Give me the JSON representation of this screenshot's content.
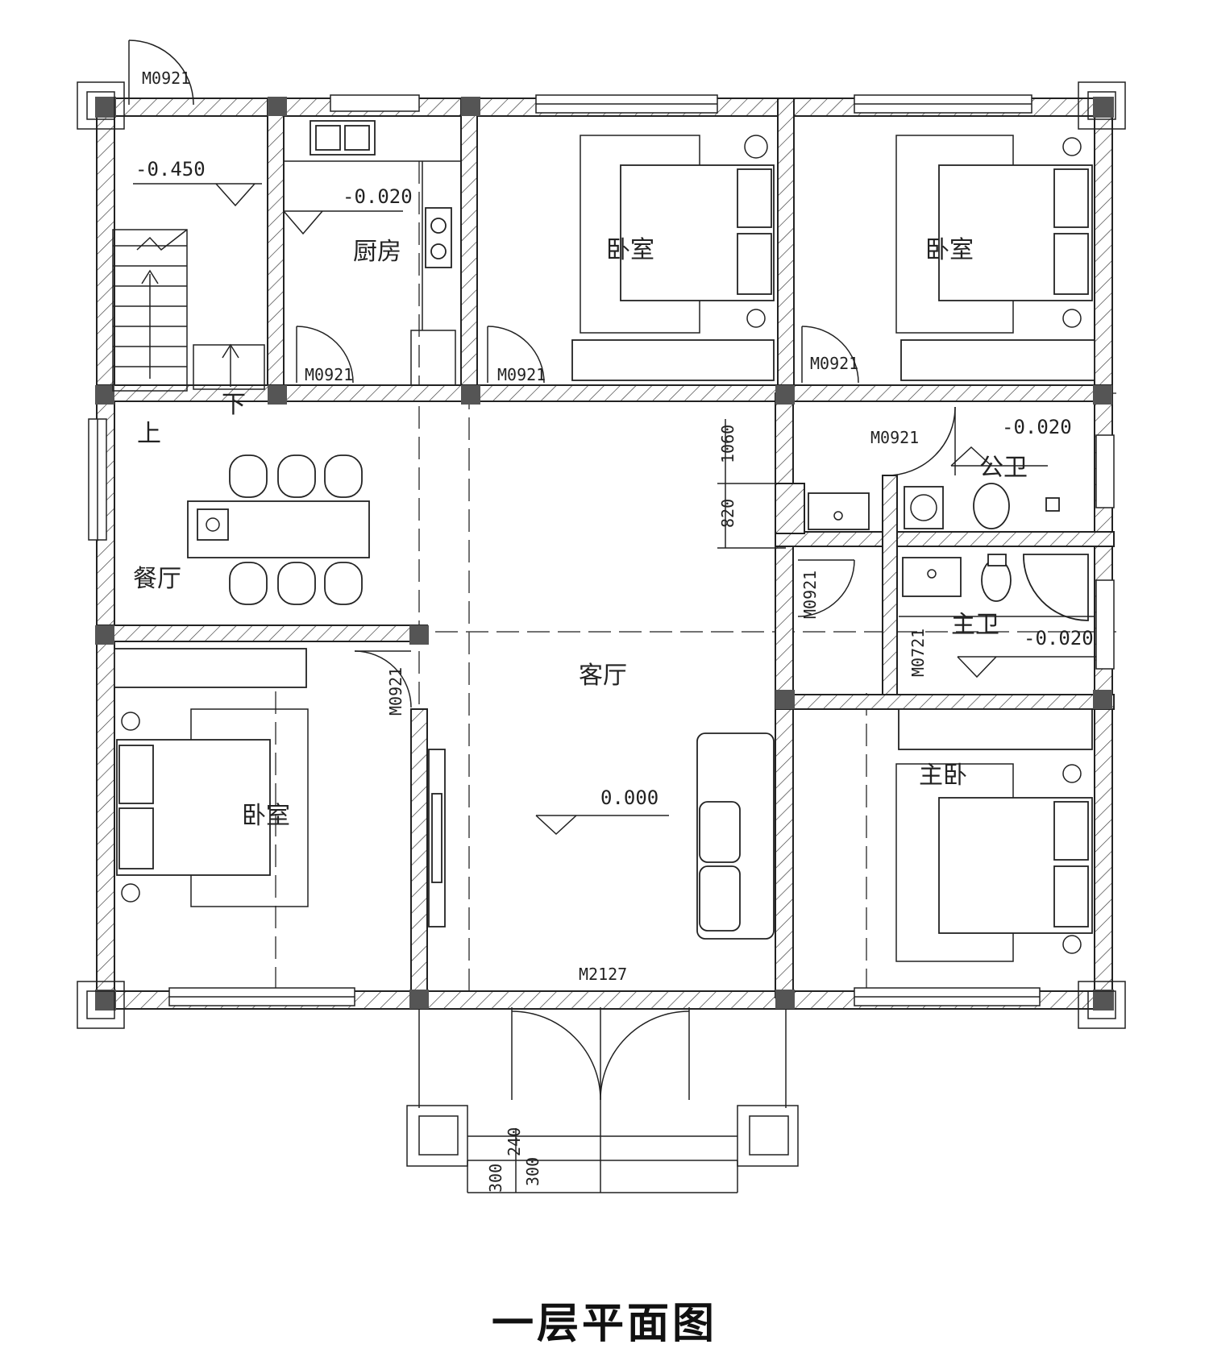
{
  "title": "一层平面图",
  "rooms": {
    "kitchen": "厨房",
    "bedroom": "卧室",
    "dining": "餐厅",
    "living": "客厅",
    "public_bath": "公卫",
    "master_bath": "主卫",
    "master_bedroom": "主卧"
  },
  "stair": {
    "up": "上",
    "down": "下"
  },
  "doors": {
    "m0921": "M0921",
    "m0721": "M0721",
    "m2127": "M2127"
  },
  "elevations": {
    "stair": "-0.450",
    "kitchen": "-0.020",
    "public_bath": "-0.020",
    "master_bath": "-0.020",
    "living": "0.000"
  },
  "dimensions": {
    "d1060": "1060",
    "d820": "820",
    "d240": "240",
    "d300a": "300",
    "d300b": "300"
  }
}
